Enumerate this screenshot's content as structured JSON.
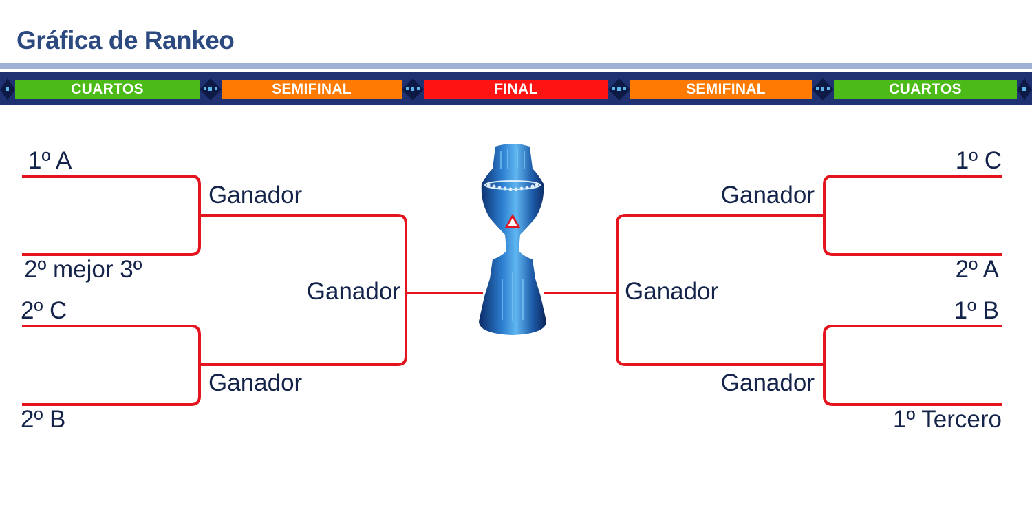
{
  "page_title": "Gráfica de Rankeo",
  "stages": [
    "CUARTOS",
    "SEMIFINAL",
    "FINAL",
    "SEMIFINAL",
    "CUARTOS"
  ],
  "stage_colors": [
    "#4cbb17",
    "#ff7a00",
    "#ff1414",
    "#ff7a00",
    "#4cbb17"
  ],
  "band_color": "#1f3170",
  "line_color": "#e3141e",
  "text_color": "#14234a",
  "left": {
    "seeds": [
      "1º A",
      "2º mejor 3º",
      "2º C",
      "2º B"
    ],
    "quarter_winners": [
      "Ganador",
      "Ganador"
    ],
    "semi_winner": "Ganador"
  },
  "right": {
    "seeds": [
      "1º C",
      "2º A",
      "1º B",
      "1º Tercero"
    ],
    "quarter_winners": [
      "Ganador",
      "Ganador"
    ],
    "semi_winner": "Ganador"
  },
  "trophy_icon": "trophy-icon"
}
